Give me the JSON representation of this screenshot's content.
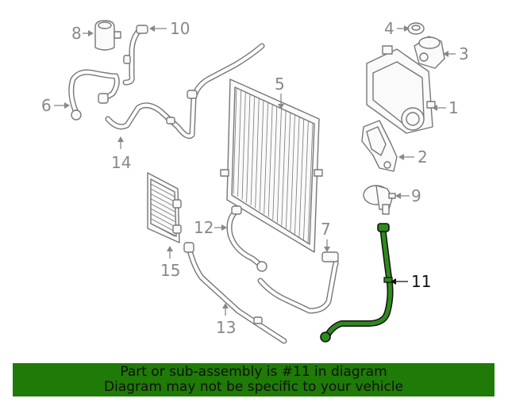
{
  "callouts": {
    "c1": "1",
    "c2": "2",
    "c3": "3",
    "c4": "4",
    "c5": "5",
    "c6": "6",
    "c7": "7",
    "c8": "8",
    "c9": "9",
    "c10": "10",
    "c11": "11",
    "c12": "12",
    "c13": "13",
    "c14": "14",
    "c15": "15"
  },
  "highlighted_part": "11",
  "colors": {
    "highlight": "#2f8a1e",
    "banner": "#1f7a07",
    "line_art": "#777777"
  },
  "banner": {
    "line1": "Part or sub-assembly is #11 in diagram",
    "line2": "Diagram may not be specific to your vehicle"
  }
}
